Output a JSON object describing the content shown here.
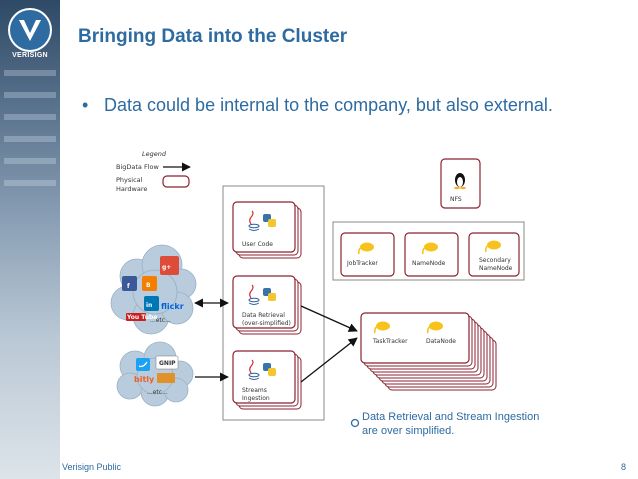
{
  "brand": {
    "name": "VERISIGN"
  },
  "slide": {
    "title": "Bringing Data into the Cluster",
    "bullet": "Data could be internal to the company, but also external."
  },
  "legend": {
    "title": "Legend",
    "flow": "BigData Flow",
    "hardware_line1": "Physical",
    "hardware_line2": "Hardware"
  },
  "gateway": {
    "user_code": "User Code",
    "data_retrieval_line1": "Data Retrieval",
    "data_retrieval_line2": "(over-simplified)",
    "streams_line1": "Streams",
    "streams_line2": "Ingestion"
  },
  "cluster": {
    "nfs": "NFS",
    "jobtracker": "JobTracker",
    "namenode": "NameNode",
    "secondary_line1": "Secondary",
    "secondary_line2": "NameNode",
    "tasktracker": "TaskTracker",
    "datanode": "DataNode"
  },
  "sources": {
    "cloud1_etc": "...etc...",
    "cloud2_etc": "...etc...",
    "cloud1_icons": [
      "facebook-icon",
      "blogger-icon",
      "google-plus-icon",
      "linkedin-icon",
      "flickr-icon",
      "youtube-icon"
    ],
    "cloud2_icons": [
      "twitter-icon",
      "gnip-icon",
      "bitly-icon",
      "datasift-icon"
    ],
    "flickr_text": "flickr",
    "youtube_text": "You Tube",
    "bitly_text": "bitly",
    "gnip_text": "GNIP"
  },
  "note": {
    "line1": "Data Retrieval and Stream Ingestion",
    "line2": "are over simplified."
  },
  "footer": {
    "left": "Verisign Public",
    "page": "8"
  },
  "colors": {
    "title_blue": "#2d6ba1",
    "hardware_border": "#8b2230",
    "cloud_fill": "#b8ccdd"
  }
}
